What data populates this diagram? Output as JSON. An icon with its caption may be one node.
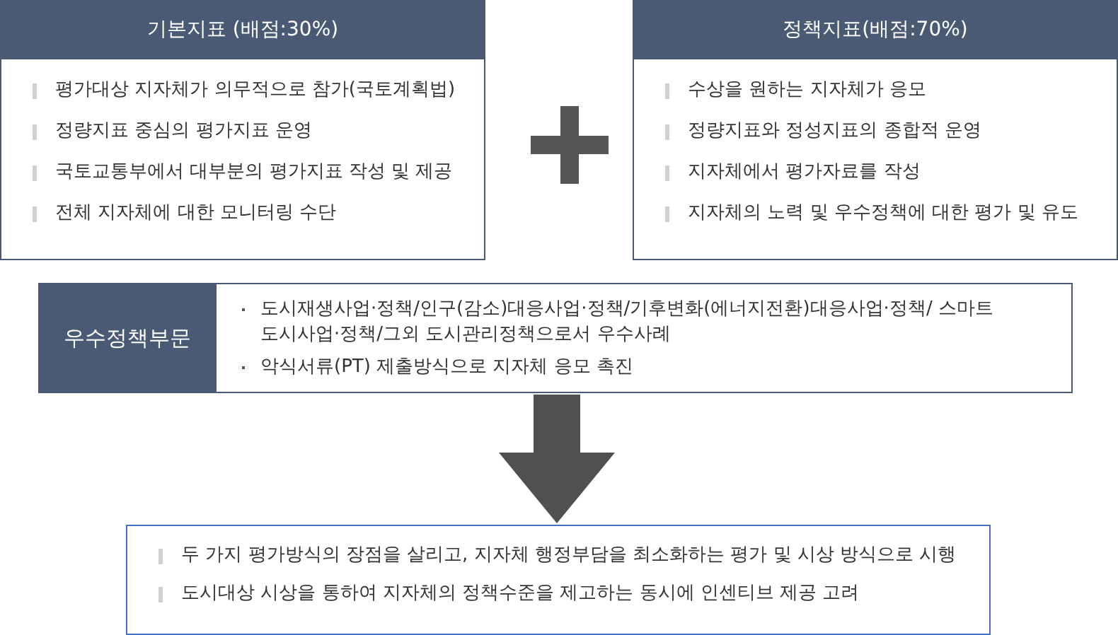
{
  "diagram": {
    "nodes": [
      {
        "text": [
          "기본지표 (배점:30%)",
          "평가대상 지자체가 의무적으로 참가(국토계획법)",
          "정량지표 중심의 평가지표 운영",
          "국토교통부에서 대부분의 평가지표 작성 및 제공",
          "전체 지자체에 대한 모니터링 수단"
        ]
      },
      {
        "text": [
          "정책지표(배점:70%)",
          "수상을 원하는 지자체가 응모",
          "정량지표와 정성지표의 종합적 운영",
          "지자체에서 평가자료를 작성",
          "지자체의 노력 및 우수정책에 대한 평가 및 유도"
        ]
      },
      {
        "text": [
          "우수정책부문",
          "도시재생사업·정책/인구(감소)대응사업·정책/기후변화(에너지전환)대응사업·정책/ 스마트도시사업·정책/그외 도시관리정책으로서 우수사례",
          "악식서류(PT) 제출방식으로 지자체 응모 촉진"
        ]
      },
      {
        "text": [
          "두 가지 평가방식의 장점을 살리고, 지자체 행정부담을 최소화하는 평가 및 시상 방식으로 시행",
          "도시대상 시상을 통하여 지자체의 정책수준을 제고하는 동시에 인센티브 제공 고려"
        ]
      }
    ],
    "edges": [
      {
        "from": 2,
        "to": 3,
        "arrow": "to"
      }
    ]
  }
}
